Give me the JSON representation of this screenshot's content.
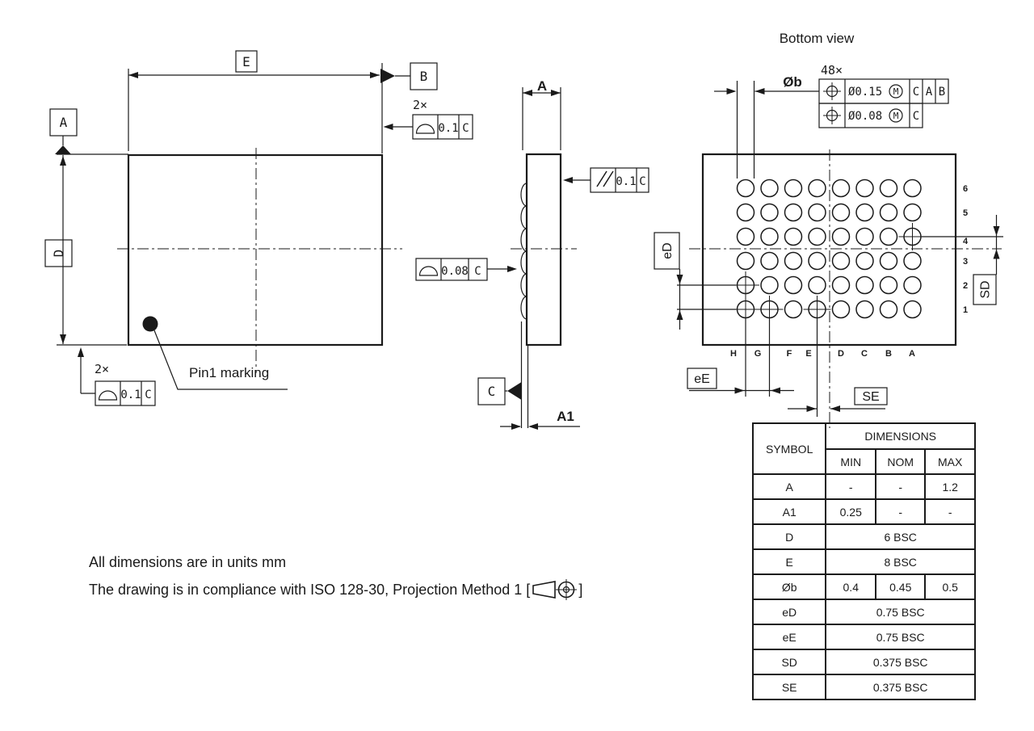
{
  "views": {
    "plan": {
      "datum_a": "A",
      "datum_b": "B",
      "dim_e": "E",
      "dim_d": "D",
      "count_2x": "2×",
      "flatness_tol": "0.1",
      "flatness_datum": "C",
      "pin1_label": "Pin1 marking"
    },
    "side": {
      "dim_a": "A",
      "dim_a1": "A1",
      "datum_c": "C",
      "parallelism_tol": "0.1",
      "parallelism_datum": "C",
      "flatness_tol": "0.08",
      "flatness_datum": "C"
    },
    "bottom": {
      "title": "Bottom view",
      "ball_count": "48×",
      "ball_dia": "Øb",
      "fcf1": {
        "tol": "Ø0.15",
        "mod": "M",
        "ref1": "C",
        "ref2": "A",
        "ref3": "B"
      },
      "fcf2": {
        "tol": "Ø0.08",
        "mod": "M",
        "ref1": "C"
      },
      "row_labels": [
        "6",
        "5",
        "4",
        "3",
        "2",
        "1"
      ],
      "col_labels": [
        "H",
        "G",
        "F",
        "E",
        "D",
        "C",
        "B",
        "A"
      ],
      "crosshair_balls": [
        "A4",
        "H2",
        "H1",
        "G1",
        "E1"
      ],
      "pitch_label_ed": "eD",
      "pitch_label_ee": "eE",
      "offset_label_sd": "SD",
      "offset_label_se": "SE"
    }
  },
  "table": {
    "header": {
      "symbol": "SYMBOL",
      "dimensions": "DIMENSIONS",
      "min": "MIN",
      "nom": "NOM",
      "max": "MAX"
    },
    "rows": [
      {
        "sym": "A",
        "min": "-",
        "nom": "-",
        "max": "1.2"
      },
      {
        "sym": "A1",
        "min": "0.25",
        "nom": "-",
        "max": "-"
      },
      {
        "sym": "D",
        "span": "6 BSC"
      },
      {
        "sym": "E",
        "span": "8 BSC"
      },
      {
        "sym": "Øb",
        "min": "0.4",
        "nom": "0.45",
        "max": "0.5"
      },
      {
        "sym": "eD",
        "span": "0.75 BSC"
      },
      {
        "sym": "eE",
        "span": "0.75 BSC"
      },
      {
        "sym": "SD",
        "span": "0.375 BSC"
      },
      {
        "sym": "SE",
        "span": "0.375 BSC"
      }
    ]
  },
  "notes": {
    "line1": "All dimensions are in units mm",
    "line2": "The drawing is in compliance with ISO 128-30, Projection Method 1",
    "bracket_open": "[",
    "bracket_close": "]"
  }
}
